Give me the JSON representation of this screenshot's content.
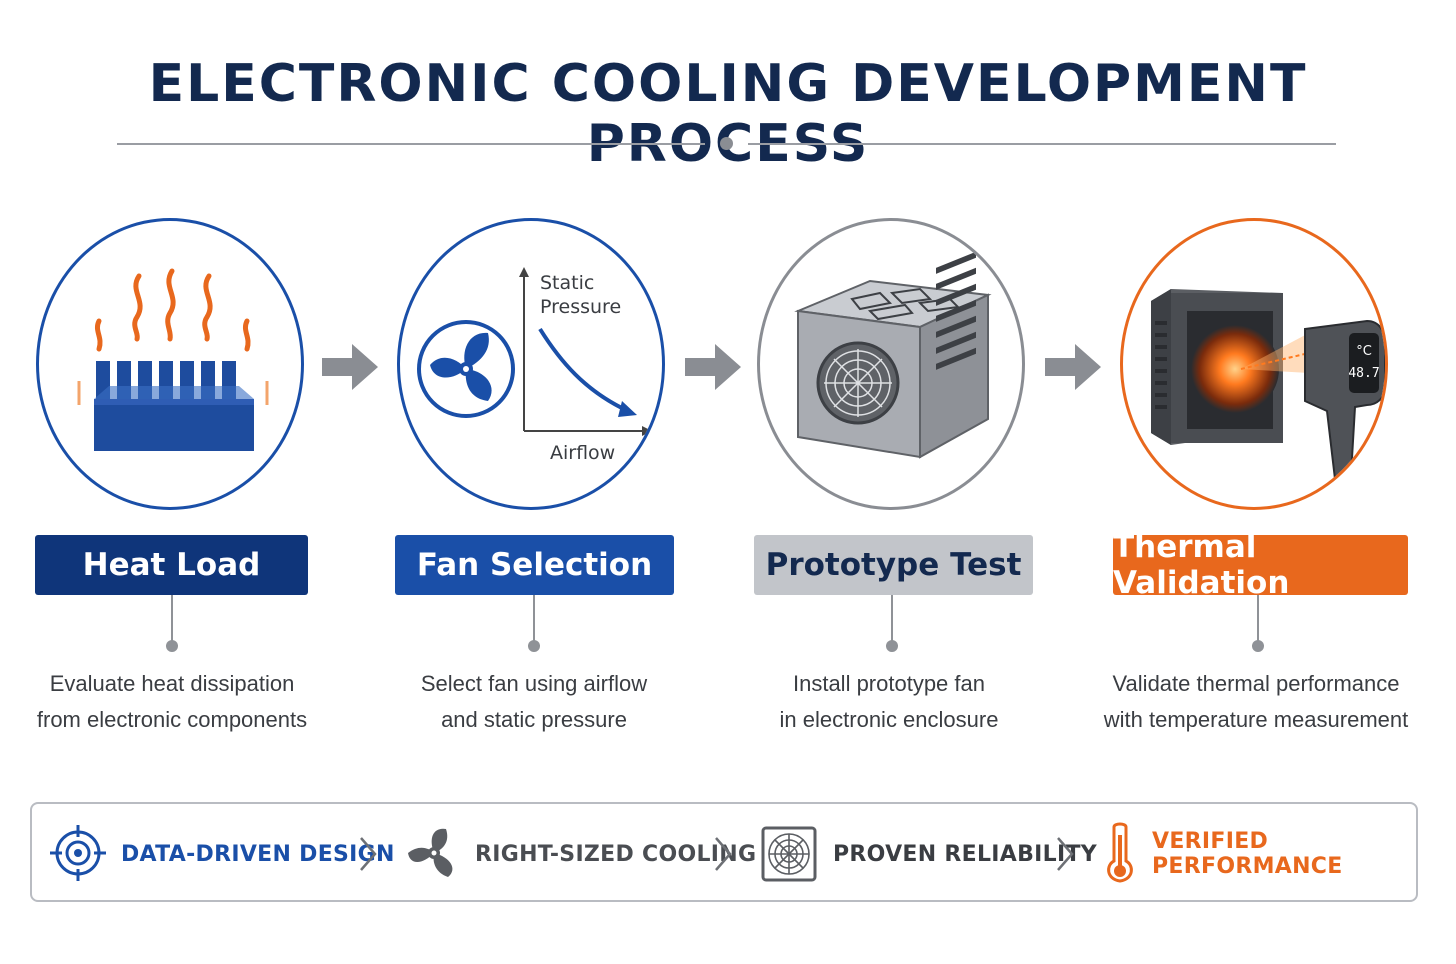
{
  "title": "ELECTRONIC COOLING DEVELOPMENT PROCESS",
  "colors": {
    "navy": "#13294f",
    "blue": "#1a4fa8",
    "dark_blue": "#0f357a",
    "grey": "#b6b9bf",
    "orange": "#e8681d",
    "arrow_grey": "#8a8d93"
  },
  "steps": [
    {
      "label": "Heat Load",
      "icon": "heat-sink-icon",
      "desc_line1": "Evaluate heat dissipation",
      "desc_line2": "from electronic components"
    },
    {
      "label": "Fan Selection",
      "icon": "fan-curve-icon",
      "chart_y_label_1": "Static",
      "chart_y_label_2": "Pressure",
      "chart_x_label": "Airflow",
      "desc_line1": "Select fan using airflow",
      "desc_line2": "and static pressure"
    },
    {
      "label": "Prototype Test",
      "icon": "enclosure-icon",
      "desc_line1": "Install prototype fan",
      "desc_line2": "in electronic enclosure"
    },
    {
      "label": "Thermal Validation",
      "icon": "thermometer-gun-icon",
      "readout_unit": "°C",
      "readout_value": "48.7",
      "desc_line1": "Validate thermal performance",
      "desc_line2": "with temperature measurement"
    }
  ],
  "banner": [
    {
      "label": "DATA-DRIVEN DESIGN",
      "icon": "target-icon"
    },
    {
      "label": "RIGHT-SIZED COOLING",
      "icon": "fan-icon"
    },
    {
      "label": "PROVEN RELIABILITY",
      "icon": "fan-grille-icon"
    },
    {
      "label": "VERIFIED PERFORMANCE",
      "icon": "thermometer-icon"
    }
  ]
}
